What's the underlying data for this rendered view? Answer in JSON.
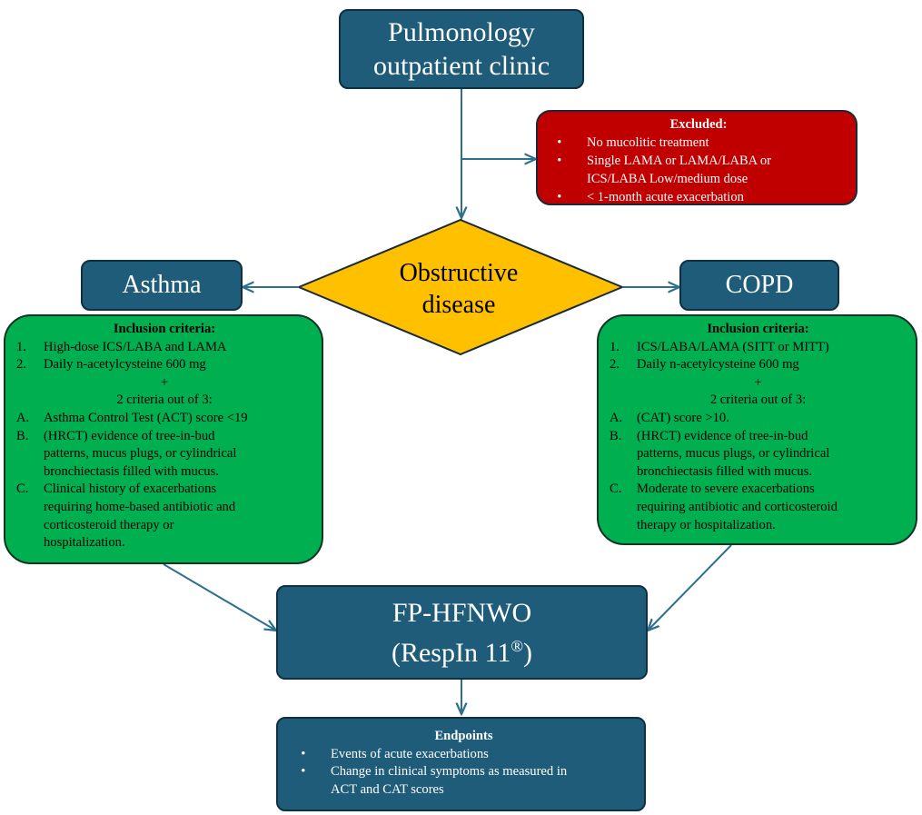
{
  "clinic": {
    "line1": "Pulmonology",
    "line2": "outpatient clinic"
  },
  "excluded": {
    "title": "Excluded",
    "items": [
      [
        "No mucolitic treatment"
      ],
      [
        "Single LAMA or LAMA/LABA or",
        "ICS/LABA Low/medium  dose"
      ],
      [
        "< 1-month acute exacerbation"
      ]
    ]
  },
  "decision": {
    "line1": "Obstructive",
    "line2": "disease"
  },
  "asthma": {
    "label": "Asthma",
    "criteria": {
      "title": "Inclusion criteria",
      "numbered": [
        {
          "marker": "1.",
          "lines": [
            "High-dose ICS/LABA  and LAMA"
          ]
        },
        {
          "marker": "2.",
          "lines": [
            "Daily  n-acetylcysteine 600  mg"
          ]
        }
      ],
      "plus": "+",
      "subtitle": "2 criteria  out of 3:",
      "lettered": [
        {
          "marker": "A.",
          "lines": [
            "Asthma Control Test (ACT) score <19"
          ]
        },
        {
          "marker": "B.",
          "lines": [
            "(HRCT)  evidence of tree-in-bud",
            "patterns, mucus plugs, or cylindrical",
            "bronchiectasis filled with mucus."
          ]
        },
        {
          "marker": "C.",
          "lines": [
            "Clinical  history of exacerbations",
            "requiring home-based antibiotic and",
            "corticosteroid therapy or",
            "hospitalization."
          ]
        }
      ]
    }
  },
  "copd": {
    "label": "COPD",
    "criteria": {
      "title": "Inclusion criteria",
      "numbered": [
        {
          "marker": "1.",
          "lines": [
            "ICS/LABA/LAMA  (SITT  or MITT)"
          ]
        },
        {
          "marker": "2.",
          "lines": [
            "Daily  n-acetylcysteine 600  mg"
          ]
        }
      ],
      "plus": "+",
      "subtitle": "2 criteria  out of 3:",
      "lettered": [
        {
          "marker": "A.",
          "lines": [
            "(CAT)  score >10."
          ]
        },
        {
          "marker": "B.",
          "lines": [
            "(HRCT)  evidence of tree-in-bud",
            "patterns, mucus plugs, or cylindrical",
            "bronchiectasis filled with mucus."
          ]
        },
        {
          "marker": "C.",
          "lines": [
            "Moderate to severe exacerbations",
            "requiring antibiotic and corticosteroid",
            "therapy or hospitalization."
          ]
        }
      ]
    }
  },
  "treatment": {
    "line1": "FP-HFNWO",
    "line2": "(RespIn 11",
    "superscript": "®",
    "line2_end": ")"
  },
  "endpoints": {
    "title": "Endpoints",
    "items": [
      [
        "Events of acute exacerbations"
      ],
      [
        "Change in clinical symptoms as measured in",
        "ACT and CAT scores"
      ]
    ]
  },
  "colors": {
    "navy": "#1f5c7a",
    "red": "#c00000",
    "green": "#00b050",
    "gold": "#ffc000",
    "arrow": "#2e6f8e"
  }
}
